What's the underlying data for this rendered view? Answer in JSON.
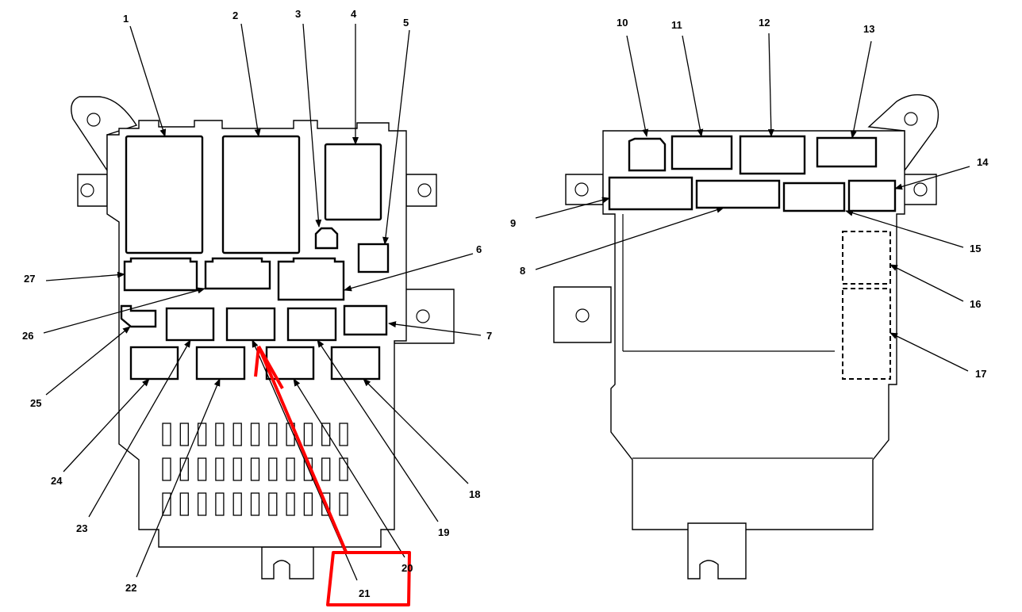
{
  "diagram": {
    "callouts": [
      "1",
      "2",
      "3",
      "4",
      "5",
      "6",
      "7",
      "8",
      "9",
      "10",
      "11",
      "12",
      "13",
      "14",
      "15",
      "16",
      "17",
      "18",
      "19",
      "20",
      "21",
      "22",
      "23",
      "24",
      "25",
      "26",
      "27"
    ],
    "annotation": {
      "color": "#ff0000",
      "highlighted_label": "21"
    }
  }
}
